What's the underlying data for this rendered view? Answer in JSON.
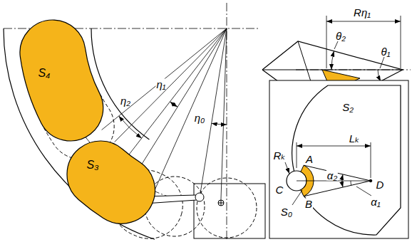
{
  "diagram": {
    "nodes": [
      {
        "text": [
          "S₄"
        ]
      },
      {
        "text": [
          "S₃"
        ]
      }
    ],
    "labels": [
      "η₂",
      "η₁",
      "η₀",
      "Rη₁",
      "θ₂",
      "θ₁",
      "S₂",
      "Rₖ",
      "Lₖ",
      "A",
      "C",
      "D",
      "α₂",
      "α₁",
      "S₀",
      "B"
    ]
  }
}
